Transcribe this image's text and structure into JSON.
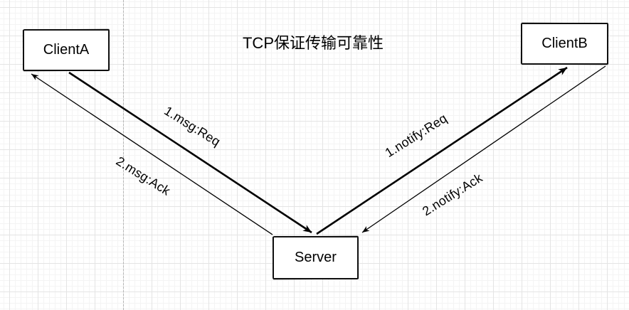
{
  "diagram": {
    "title": "TCP保证传输可靠性"
  },
  "nodes": [
    {
      "id": "client-a",
      "label": "ClientA"
    },
    {
      "id": "client-b",
      "label": "ClientB"
    },
    {
      "id": "server",
      "label": "Server"
    }
  ],
  "edges": [
    {
      "id": "msg-req",
      "label": "1.msg:Req",
      "from": "ClientA",
      "to": "Server",
      "line": "thick"
    },
    {
      "id": "msg-ack",
      "label": "2.msg:Ack",
      "from": "Server",
      "to": "ClientA",
      "line": "thin"
    },
    {
      "id": "notify-req",
      "label": "1.notify:Req",
      "from": "Server",
      "to": "ClientB",
      "line": "thick"
    },
    {
      "id": "notify-ack",
      "label": "2.notify:Ack",
      "from": "ClientB",
      "to": "Server",
      "line": "thin"
    }
  ],
  "colors": {
    "stroke": "#000000",
    "node_fill": "#ffffff",
    "grid_minor": "#f4f4f4",
    "grid_major": "#e4e4e4",
    "page_boundary": "#b5b5b5"
  }
}
